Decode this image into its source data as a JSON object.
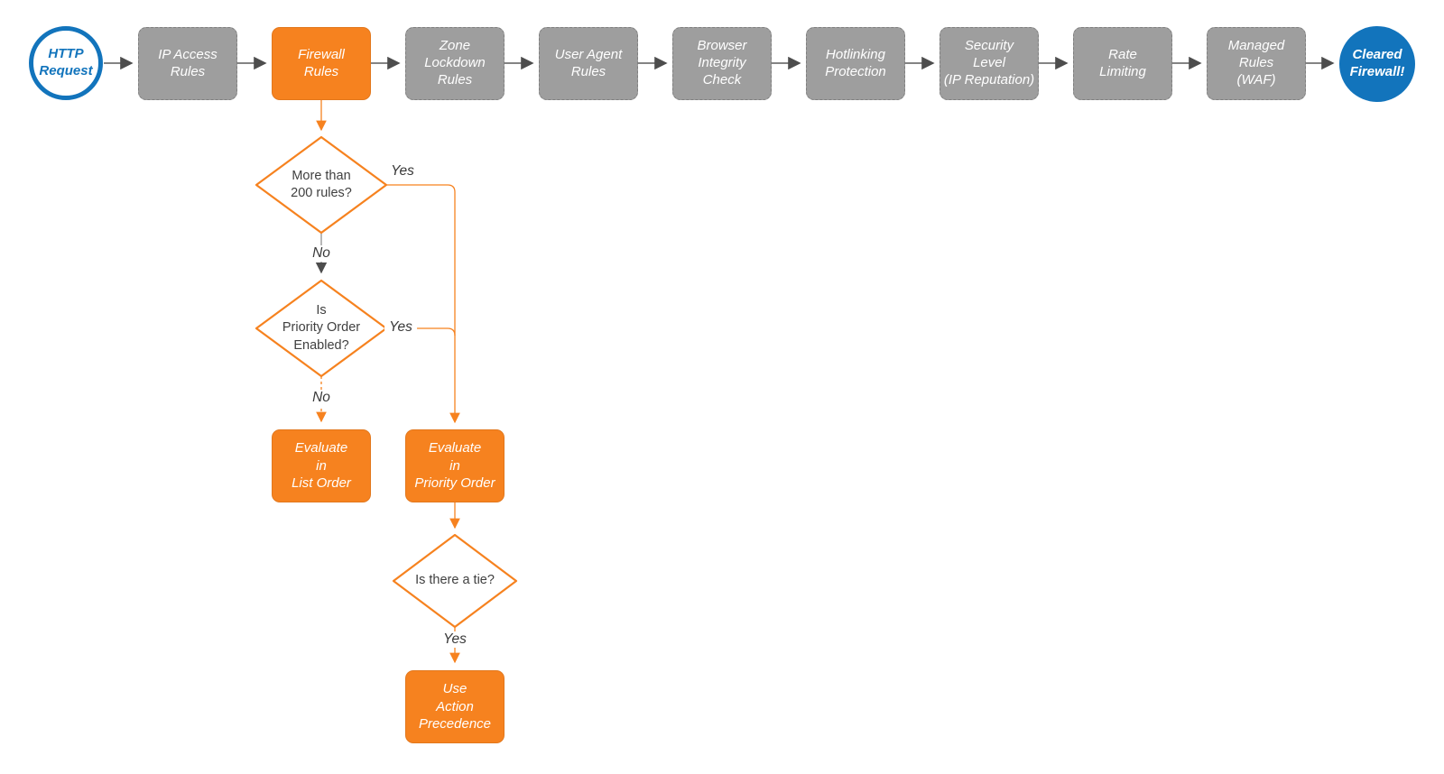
{
  "colors": {
    "accent_orange": "#F6821F",
    "node_gray": "#9E9E9E",
    "brand_blue": "#1274BC",
    "line_gray": "#5B5B5B",
    "text_dark": "#3F3F3F"
  },
  "flow": {
    "start": {
      "label": "HTTP\nRequest"
    },
    "pipeline": [
      {
        "label": "IP Access\nRules"
      },
      {
        "label": "Firewall\nRules",
        "highlighted": true
      },
      {
        "label": "Zone\nLockdown\nRules"
      },
      {
        "label": "User Agent\nRules"
      },
      {
        "label": "Browser\nIntegrity\nCheck"
      },
      {
        "label": "Hotlinking\nProtection"
      },
      {
        "label": "Security\nLevel\n(IP Reputation)"
      },
      {
        "label": "Rate\nLimiting"
      },
      {
        "label": "Managed\nRules\n(WAF)"
      }
    ],
    "end": {
      "label": "Cleared\nFirewall!"
    },
    "branch": {
      "decision_rule_count": {
        "label": "More than\n200 rules?"
      },
      "decision_priority_enabled": {
        "label": "Is\nPriority Order\nEnabled?"
      },
      "evaluate_list_order": {
        "label": "Evaluate\nin\nList Order"
      },
      "evaluate_priority_order": {
        "label": "Evaluate\nin\nPriority Order"
      },
      "decision_tie": {
        "label": "Is there a tie?"
      },
      "use_action_precedence": {
        "label": "Use\nAction\nPrecedence"
      },
      "edge_labels": {
        "rule_count_yes": "Yes",
        "rule_count_no": "No",
        "priority_yes": "Yes",
        "priority_no": "No",
        "tie_yes": "Yes"
      }
    }
  }
}
